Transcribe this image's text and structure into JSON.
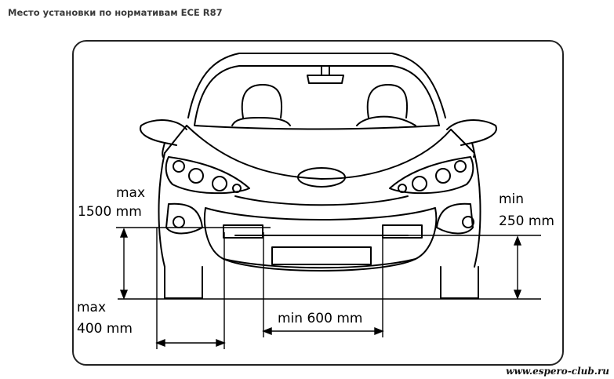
{
  "page": {
    "title": "Место установки по нормативам ECE R87",
    "watermark": "www.espero-club.ru"
  },
  "labels": {
    "max_height_word": "max",
    "max_height_value": "1500 mm",
    "min_height_word": "min",
    "min_height_value": "250 mm",
    "max_edge_word": "max",
    "max_edge_value": "400 mm",
    "min_spacing": "min 600 mm"
  },
  "colors": {
    "line": "#000000",
    "frame": "#222222",
    "title": "#3a3a3a"
  }
}
